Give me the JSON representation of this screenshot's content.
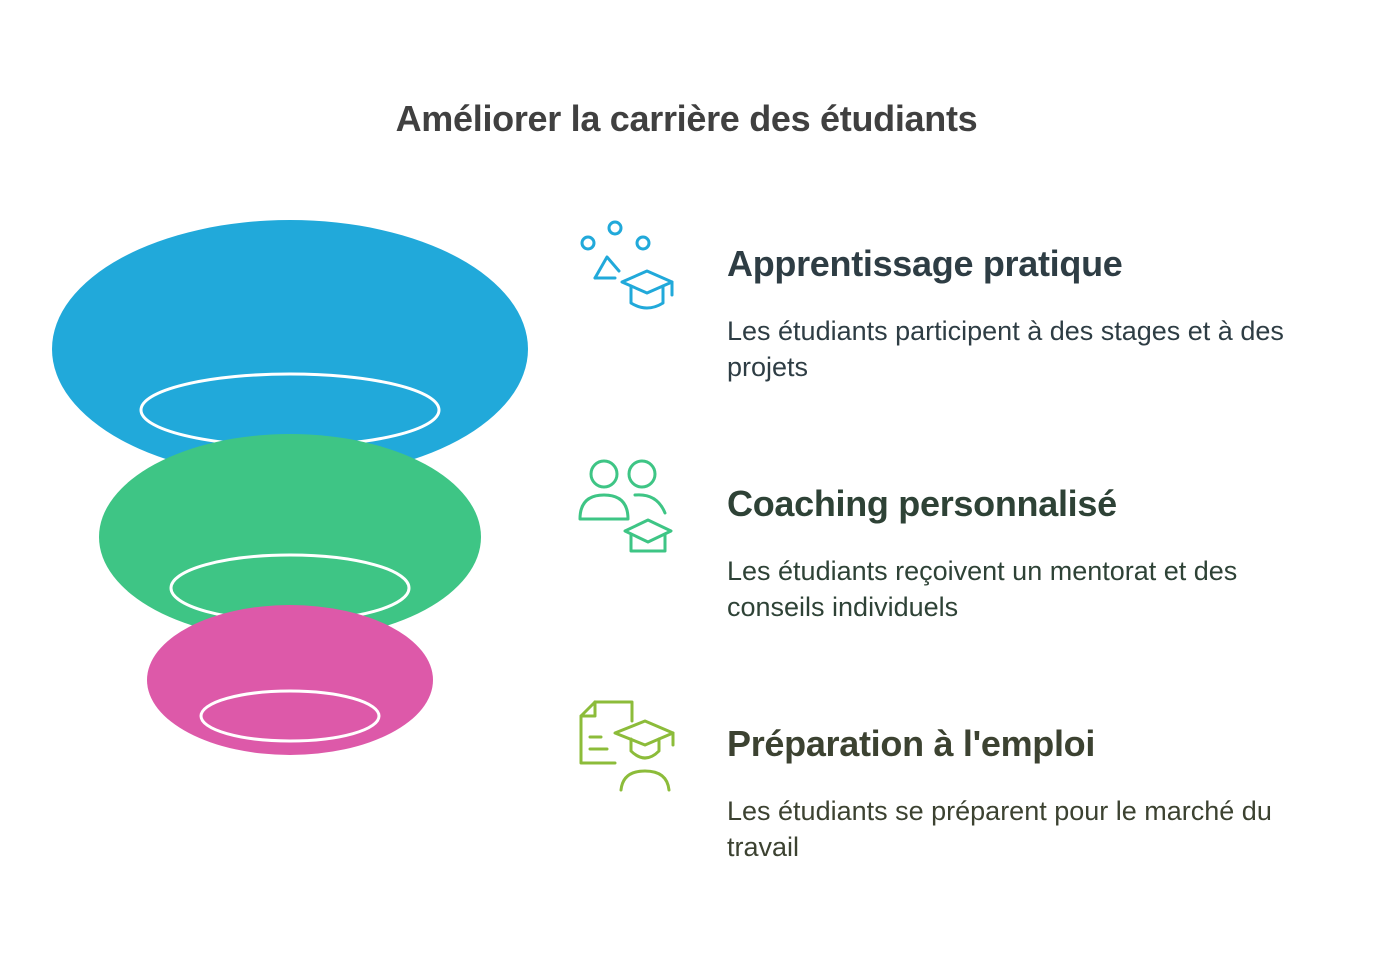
{
  "title": "Améliorer la carrière des étudiants",
  "colors": {
    "title": "#404040",
    "blue": "#21a9da",
    "green": "#3ec585",
    "pink": "#dd59a9",
    "heading_blue": "#2e3d44",
    "heading_green": "#2e4236",
    "heading_olive": "#3c4231",
    "icon_blue": "#21a9da",
    "icon_green": "#3ec585",
    "icon_olive": "#8cbc3a"
  },
  "stages": [
    {
      "heading": "Apprentissage pratique",
      "description": "Les étudiants participent à des stages et à des projets",
      "icon": "hands-on-learning-icon"
    },
    {
      "heading": "Coaching personnalisé",
      "description": "Les étudiants reçoivent un mentorat et des conseils individuels",
      "icon": "mentoring-icon"
    },
    {
      "heading": "Préparation à l'emploi",
      "description": "Les étudiants se préparent pour le marché du travail",
      "icon": "job-preparation-icon"
    }
  ]
}
